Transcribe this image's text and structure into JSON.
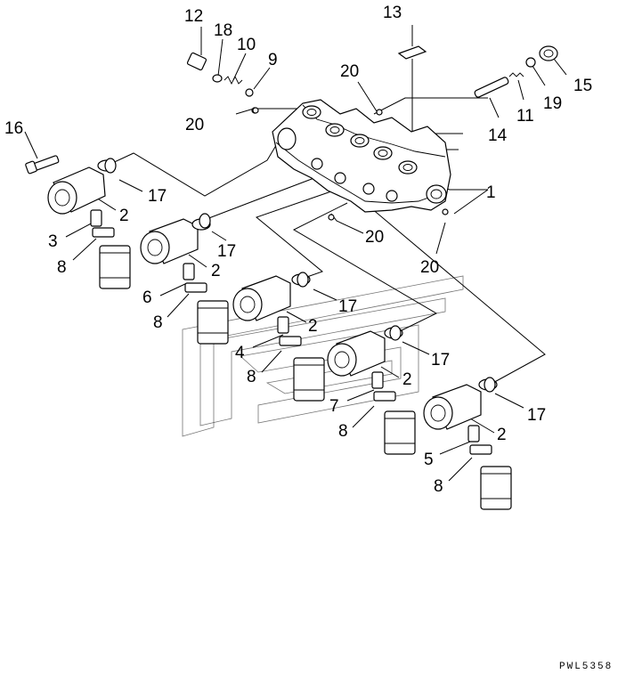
{
  "callouts": {
    "c1": "1",
    "c2a": "2",
    "c2b": "2",
    "c2c": "2",
    "c2d": "2",
    "c2e": "2",
    "c3": "3",
    "c4": "4",
    "c5": "5",
    "c6": "6",
    "c7": "7",
    "c8a": "8",
    "c8b": "8",
    "c8c": "8",
    "c8d": "8",
    "c8e": "8",
    "c9": "9",
    "c10": "10",
    "c11": "11",
    "c12": "12",
    "c13": "13",
    "c14": "14",
    "c15": "15",
    "c16": "16",
    "c17a": "17",
    "c17b": "17",
    "c17c": "17",
    "c17d": "17",
    "c17e": "17",
    "c18": "18",
    "c19": "19",
    "c20a": "20",
    "c20b": "20",
    "c20c": "20",
    "c20d": "20"
  },
  "drawing_code": "PWL5358",
  "colors": {
    "ink": "#000000",
    "paper": "#ffffff"
  }
}
